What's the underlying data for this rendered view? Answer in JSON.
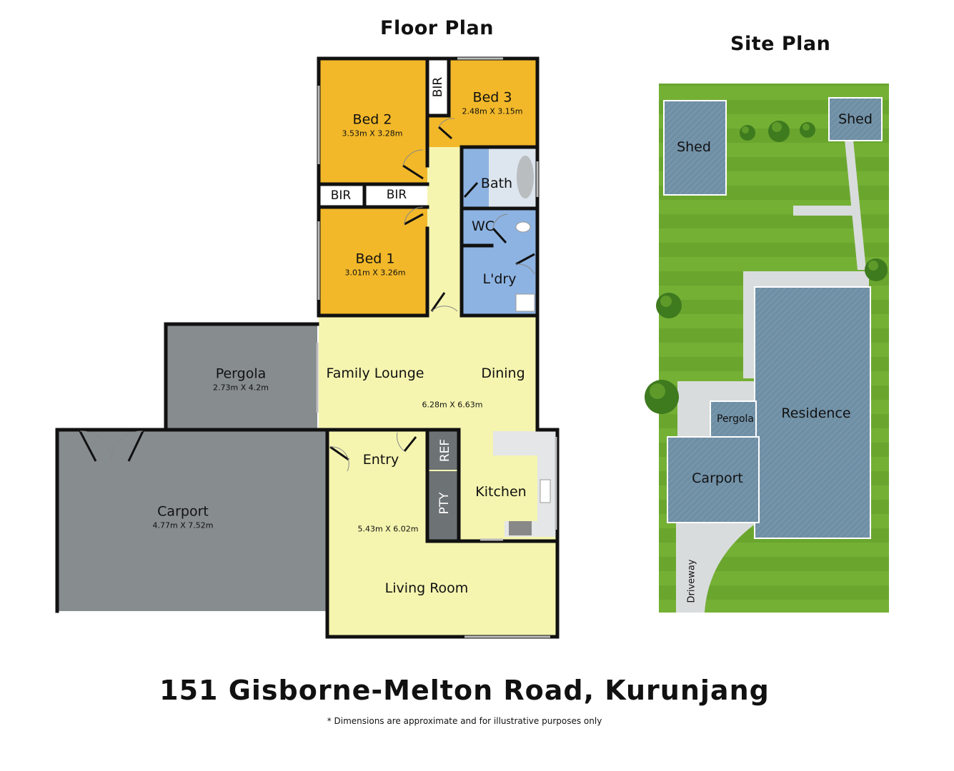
{
  "floor_plan_title": "Floor Plan",
  "site_plan_title": "Site Plan",
  "rooms": {
    "bed2": {
      "name": "Bed 2",
      "dims": "3.53m X 3.28m"
    },
    "bed3": {
      "name": "Bed 3",
      "dims": "2.48m X 3.15m"
    },
    "bed1": {
      "name": "Bed 1",
      "dims": "3.01m X 3.26m"
    },
    "bir_top": "BIR",
    "bir_left": "BIR",
    "bir_right": "BIR",
    "bath": "Bath",
    "wc": "WC",
    "laundry": "L'dry",
    "pergola": {
      "name": "Pergola",
      "dims": "2.73m X 4.2m"
    },
    "family_lounge": "Family Lounge",
    "dining": "Dining",
    "family_dims": "6.28m X 6.63m",
    "entry": "Entry",
    "ref": "REF",
    "pty": "PTY",
    "kitchen": "Kitchen",
    "carport": {
      "name": "Carport",
      "dims": "4.77m X 7.52m"
    },
    "living_dims": "5.43m X 6.02m",
    "living_room": "Living Room"
  },
  "site": {
    "shed_left": "Shed",
    "shed_right": "Shed",
    "residence": "Residence",
    "pergola": "Pergola",
    "carport": "Carport",
    "driveway": "Driveway"
  },
  "address": "151 Gisborne-Melton Road,  Kurunjang",
  "disclaimer": "* Dimensions are approximate and for illustrative purposes only",
  "colors": {
    "bedroom": "#f2b829",
    "wet_area": "#8db3e2",
    "living": "#f5f5b0",
    "outdoor": "#878c8f",
    "lawn": "#6aa62e",
    "building_roof": "#6f8fa5",
    "paving": "#d9dcdd",
    "wall": "#111111"
  }
}
